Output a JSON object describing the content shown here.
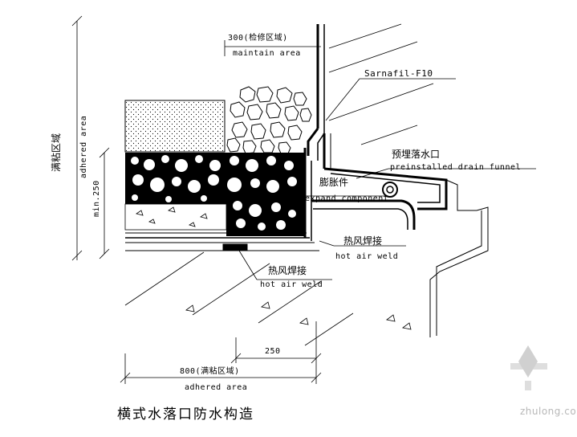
{
  "labels": {
    "maintain_cn": "300(检修区域)",
    "maintain_en": "maintain area",
    "sarnafil": "Sarnafil-F10",
    "funnel_cn": "预埋落水口",
    "funnel_en": "preinstalled drain funnel",
    "expand_cn": "膨胀件",
    "expand_en": "expand component",
    "weld1_cn": "热风焊接",
    "weld1_en": "hot air weld",
    "weld2_cn": "热风焊接",
    "weld2_en": "hot air weld",
    "adhered_cn_v": "满粘区域",
    "adhered_en_v": "adhered area",
    "min250": "min.250",
    "dim250": "250",
    "adhered_cn_h": "800(满粘区域)",
    "adhered_en_h": "adhered area",
    "title": "横式水落口防水构造",
    "watermark": "zhulong.com"
  },
  "colors": {
    "ink": "#000000",
    "watermark": "#b8b8b8"
  }
}
